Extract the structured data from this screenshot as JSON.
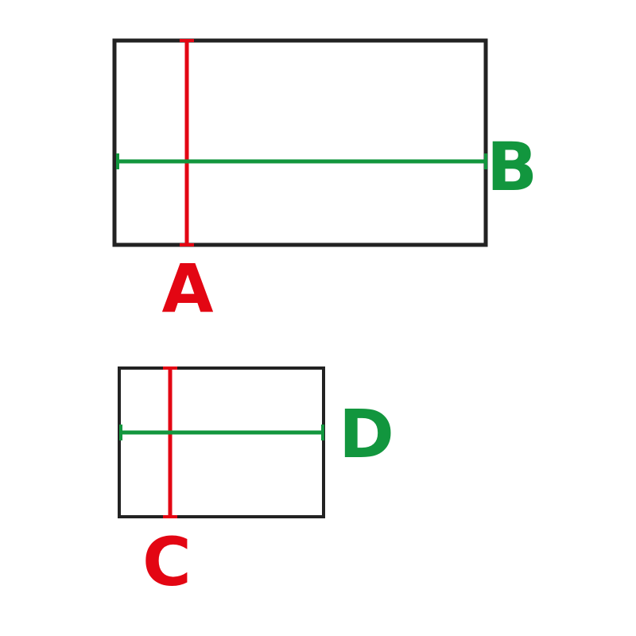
{
  "colors": {
    "background": "#ffffff",
    "outline": "#222222",
    "vertical_dimension": "#e30613",
    "horizontal_dimension": "#12963e"
  },
  "labels": {
    "a": "A",
    "b": "B",
    "c": "C",
    "d": "D"
  }
}
